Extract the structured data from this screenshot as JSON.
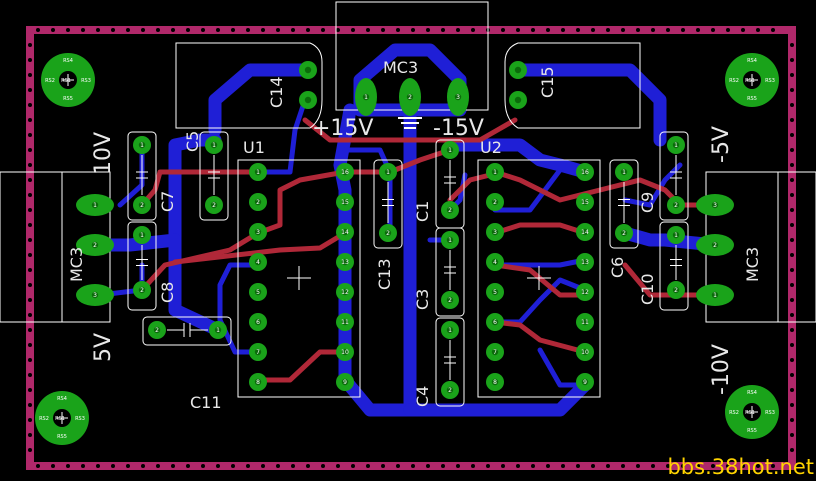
{
  "image": {
    "watermark": "bbs.38hot.net",
    "colors": {
      "background": "#000000",
      "bottom_copper": "#1f1fd6",
      "top_copper": "#b02838",
      "pad": "#1aa31a",
      "pad_drill": "#0b6b0b",
      "silkscreen": "#ffffff",
      "border_pad": "#b0286a"
    }
  },
  "labels": {
    "mc3_top": "MC3",
    "mc3_left": "MC3",
    "mc3_right": "MC3",
    "v_plus15": "+15V",
    "v_minus15": "-15V",
    "v_10": "10V",
    "v_5": "5V",
    "v_minus5": "-5V",
    "v_minus10": "-10V",
    "u1": "U1",
    "u2": "U2",
    "c1": "C1",
    "c3": "C3",
    "c4": "C4",
    "c5": "C5",
    "c6": "C6",
    "c7": "C7",
    "c8": "C8",
    "c9": "C9",
    "c10": "C10",
    "c11": "C11",
    "c13": "C13",
    "c14": "C14",
    "c15": "C15"
  },
  "mount_labels": {
    "r4": "RS4",
    "r1": "RS1",
    "r2": "RS2",
    "r3": "RS3",
    "r5": "RS5"
  },
  "pin_numbers": {
    "ic_left": [
      "1",
      "2",
      "3",
      "4",
      "5",
      "6",
      "7",
      "8"
    ],
    "ic_right": [
      "16",
      "15",
      "14",
      "13",
      "12",
      "11",
      "10",
      "9"
    ],
    "cap": [
      "1",
      "2"
    ],
    "conn": [
      "1",
      "2",
      "3"
    ]
  }
}
